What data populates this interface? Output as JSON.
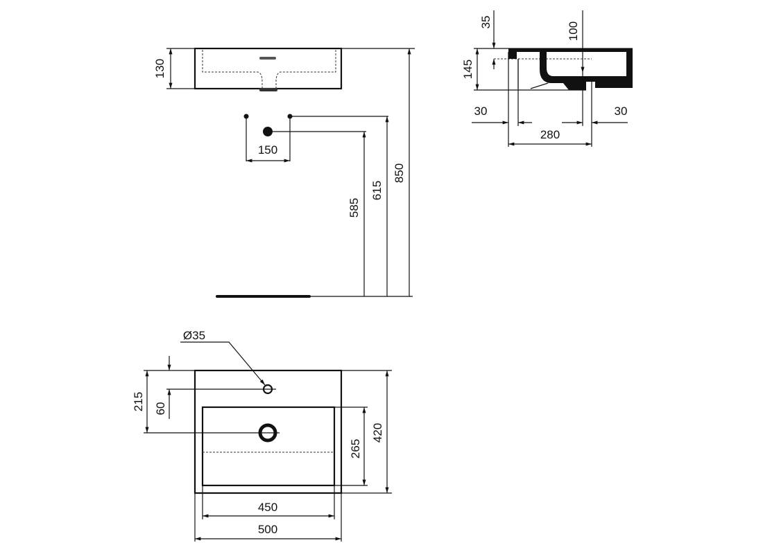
{
  "front_view": {
    "height_130": "130",
    "tap_spacing_150": "150",
    "waste_height_585": "585",
    "tap_height_615": "615",
    "top_height_850": "850"
  },
  "side_view": {
    "overflow_35": "35",
    "bowl_depth_100": "100",
    "height_145": "145",
    "wall_30_left": "30",
    "wall_30_right": "30",
    "spacing_280": "280"
  },
  "plan_view": {
    "tap_hole_diameter": "Ø35",
    "dim_215": "215",
    "dim_60": "60",
    "dim_265": "265",
    "depth_420": "420",
    "inner_width_450": "450",
    "width_500": "500"
  },
  "colors": {
    "line": "#111111",
    "background": "#ffffff"
  }
}
